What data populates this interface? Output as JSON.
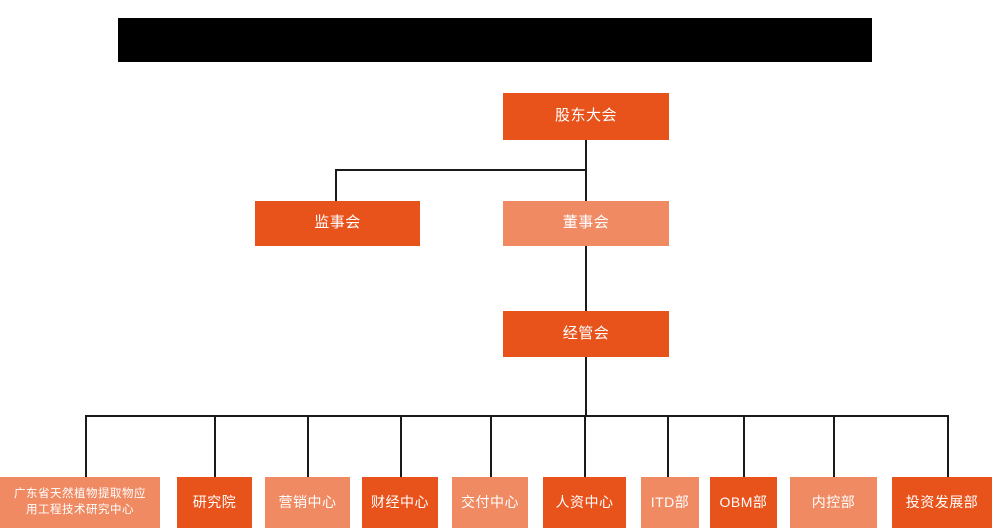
{
  "header": {
    "redacted_bar": "",
    "redacted": true
  },
  "org_chart": {
    "type": "org-chart",
    "colors": {
      "dark_orange": "#E8521B",
      "light_salmon": "#EF8A63",
      "connector": "#1a1a1a",
      "redaction": "#000000",
      "text": "#FFFFFF",
      "background": "#FFFFFF"
    },
    "levels": [
      {
        "level": 1,
        "nodes": [
          {
            "id": "shareholders",
            "label": "股东大会",
            "tone": "dark"
          }
        ]
      },
      {
        "level": 2,
        "nodes": [
          {
            "id": "supervisors",
            "label": "监事会",
            "tone": "dark"
          },
          {
            "id": "directors",
            "label": "董事会",
            "tone": "light"
          }
        ]
      },
      {
        "level": 3,
        "nodes": [
          {
            "id": "management",
            "label": "经管会",
            "tone": "dark"
          }
        ]
      },
      {
        "level": 4,
        "nodes": [
          {
            "id": "gd-research-center",
            "label": "广东省天然植物提取物应\n用工程技术研究中心",
            "tone": "light"
          },
          {
            "id": "research-institute",
            "label": "研究院",
            "tone": "dark"
          },
          {
            "id": "marketing-center",
            "label": "营销中心",
            "tone": "light"
          },
          {
            "id": "finance-center",
            "label": "财经中心",
            "tone": "dark"
          },
          {
            "id": "delivery-center",
            "label": "交付中心",
            "tone": "light"
          },
          {
            "id": "hr-center",
            "label": "人资中心",
            "tone": "dark"
          },
          {
            "id": "itd-dept",
            "label": "ITD部",
            "tone": "light"
          },
          {
            "id": "obm-dept",
            "label": "OBM部",
            "tone": "dark"
          },
          {
            "id": "internal-control-dept",
            "label": "内控部",
            "tone": "light"
          },
          {
            "id": "investment-dev-dept",
            "label": "投资发展部",
            "tone": "dark"
          }
        ]
      }
    ]
  }
}
